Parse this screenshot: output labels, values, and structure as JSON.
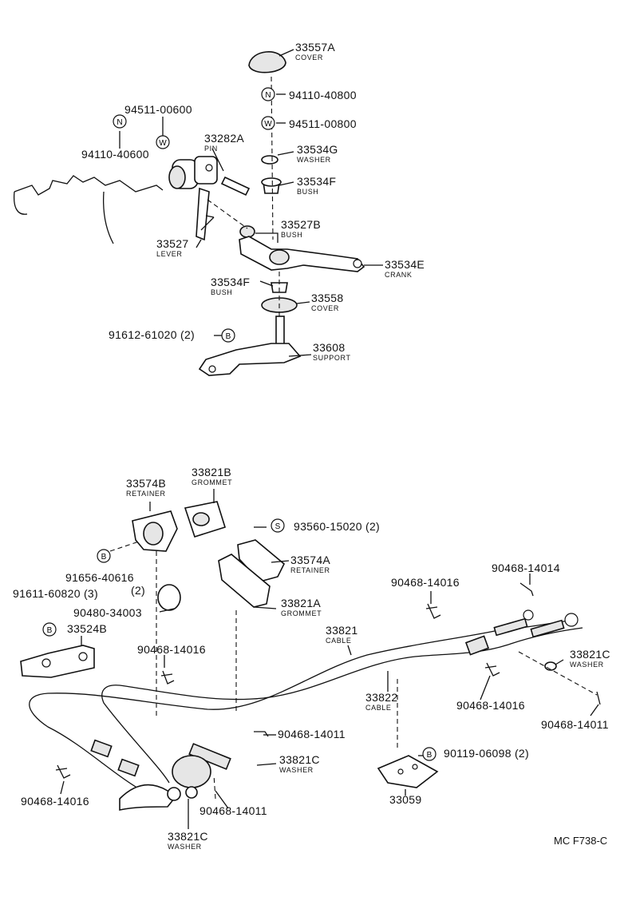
{
  "diagram": {
    "upper": [
      {
        "pn": "33557A",
        "name": "COVER"
      },
      {
        "pn": "94110-40800",
        "badge": "N"
      },
      {
        "pn": "94511-00800",
        "badge": "W"
      },
      {
        "pn": "94511-00600",
        "badge": "W"
      },
      {
        "pn": "94110-40600",
        "badge": "N"
      },
      {
        "pn": "33282A",
        "name": "PIN"
      },
      {
        "pn": "33534G",
        "name": "WASHER"
      },
      {
        "pn": "33534F",
        "name": "BUSH"
      },
      {
        "pn": "33527B",
        "name": "BUSH"
      },
      {
        "pn": "33527",
        "name": "LEVER"
      },
      {
        "pn": "33534E",
        "name": "CRANK"
      },
      {
        "pn": "33534F",
        "name": "BUSH"
      },
      {
        "pn": "33558",
        "name": "COVER"
      },
      {
        "pn": "91612-61020 (2)",
        "badge": "B"
      },
      {
        "pn": "33608",
        "name": "SUPPORT"
      }
    ],
    "lower": [
      {
        "pn": "33574B",
        "name": "RETAINER"
      },
      {
        "pn": "33821B",
        "name": "GROMMET"
      },
      {
        "pn": "93560-15020 (2)",
        "badge": "S"
      },
      {
        "pn": "33574A",
        "name": "RETAINER"
      },
      {
        "pn": "91656-40616",
        "qty": "(2)",
        "badge": "B"
      },
      {
        "pn": "91611-60820 (3)",
        "badge": "B"
      },
      {
        "pn": "90480-34003"
      },
      {
        "pn": "33821A",
        "name": "GROMMET"
      },
      {
        "pn": "33524B"
      },
      {
        "pn": "90468-14016"
      },
      {
        "pn": "90468-14014"
      },
      {
        "pn": "90468-14016"
      },
      {
        "pn": "33821",
        "name": "CABLE"
      },
      {
        "pn": "33822",
        "name": "CABLE"
      },
      {
        "pn": "33821C",
        "name": "WASHER"
      },
      {
        "pn": "90468-14016"
      },
      {
        "pn": "90468-14011"
      },
      {
        "pn": "90468-14011"
      },
      {
        "pn": "33821C",
        "name": "WASHER"
      },
      {
        "pn": "90119-06098 (2)",
        "badge": "B"
      },
      {
        "pn": "33059"
      },
      {
        "pn": "90468-14016"
      },
      {
        "pn": "90468-14011"
      },
      {
        "pn": "33821C",
        "name": "WASHER"
      }
    ],
    "code": "MC F738-C"
  }
}
